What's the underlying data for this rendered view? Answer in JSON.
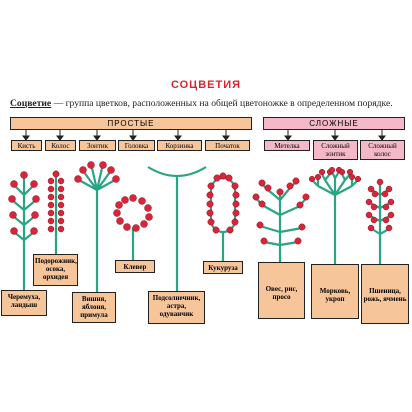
{
  "title": "СОЦВЕТИЯ",
  "definition": {
    "term": "Соцветие",
    "text": " — группа цветков, расположенных на общей цветоножке в определенном порядке."
  },
  "groups": {
    "simple": "ПРОСТЫЕ",
    "complex": "СЛОЖНЫЕ"
  },
  "simple_types": [
    "Кисть",
    "Колос",
    "Зонтик",
    "Головка",
    "Корзинка",
    "Початок"
  ],
  "complex_types": [
    "Метелка",
    "Сложный зонтик",
    "Сложный колос"
  ],
  "examples": {
    "raceme": "Черемуха, ландыш",
    "spike": "Подорожник, осока, орхидея",
    "umbel": "Вишня, яблоня, примула",
    "head": "Клевер",
    "basket": "Подсолнечник, астра, одуванчик",
    "spadix": "Кукуруза",
    "panicle": "Овес, рис, просо",
    "compound_umbel": "Морковь, укроп",
    "compound_spike": "Пшеница, рожь, ячмень"
  },
  "colors": {
    "title": "#d7262f",
    "stem": "#2aa583",
    "flower": "#d9243a",
    "simple_fill": "#f7c59a",
    "complex_fill": "#f4b8c8"
  }
}
